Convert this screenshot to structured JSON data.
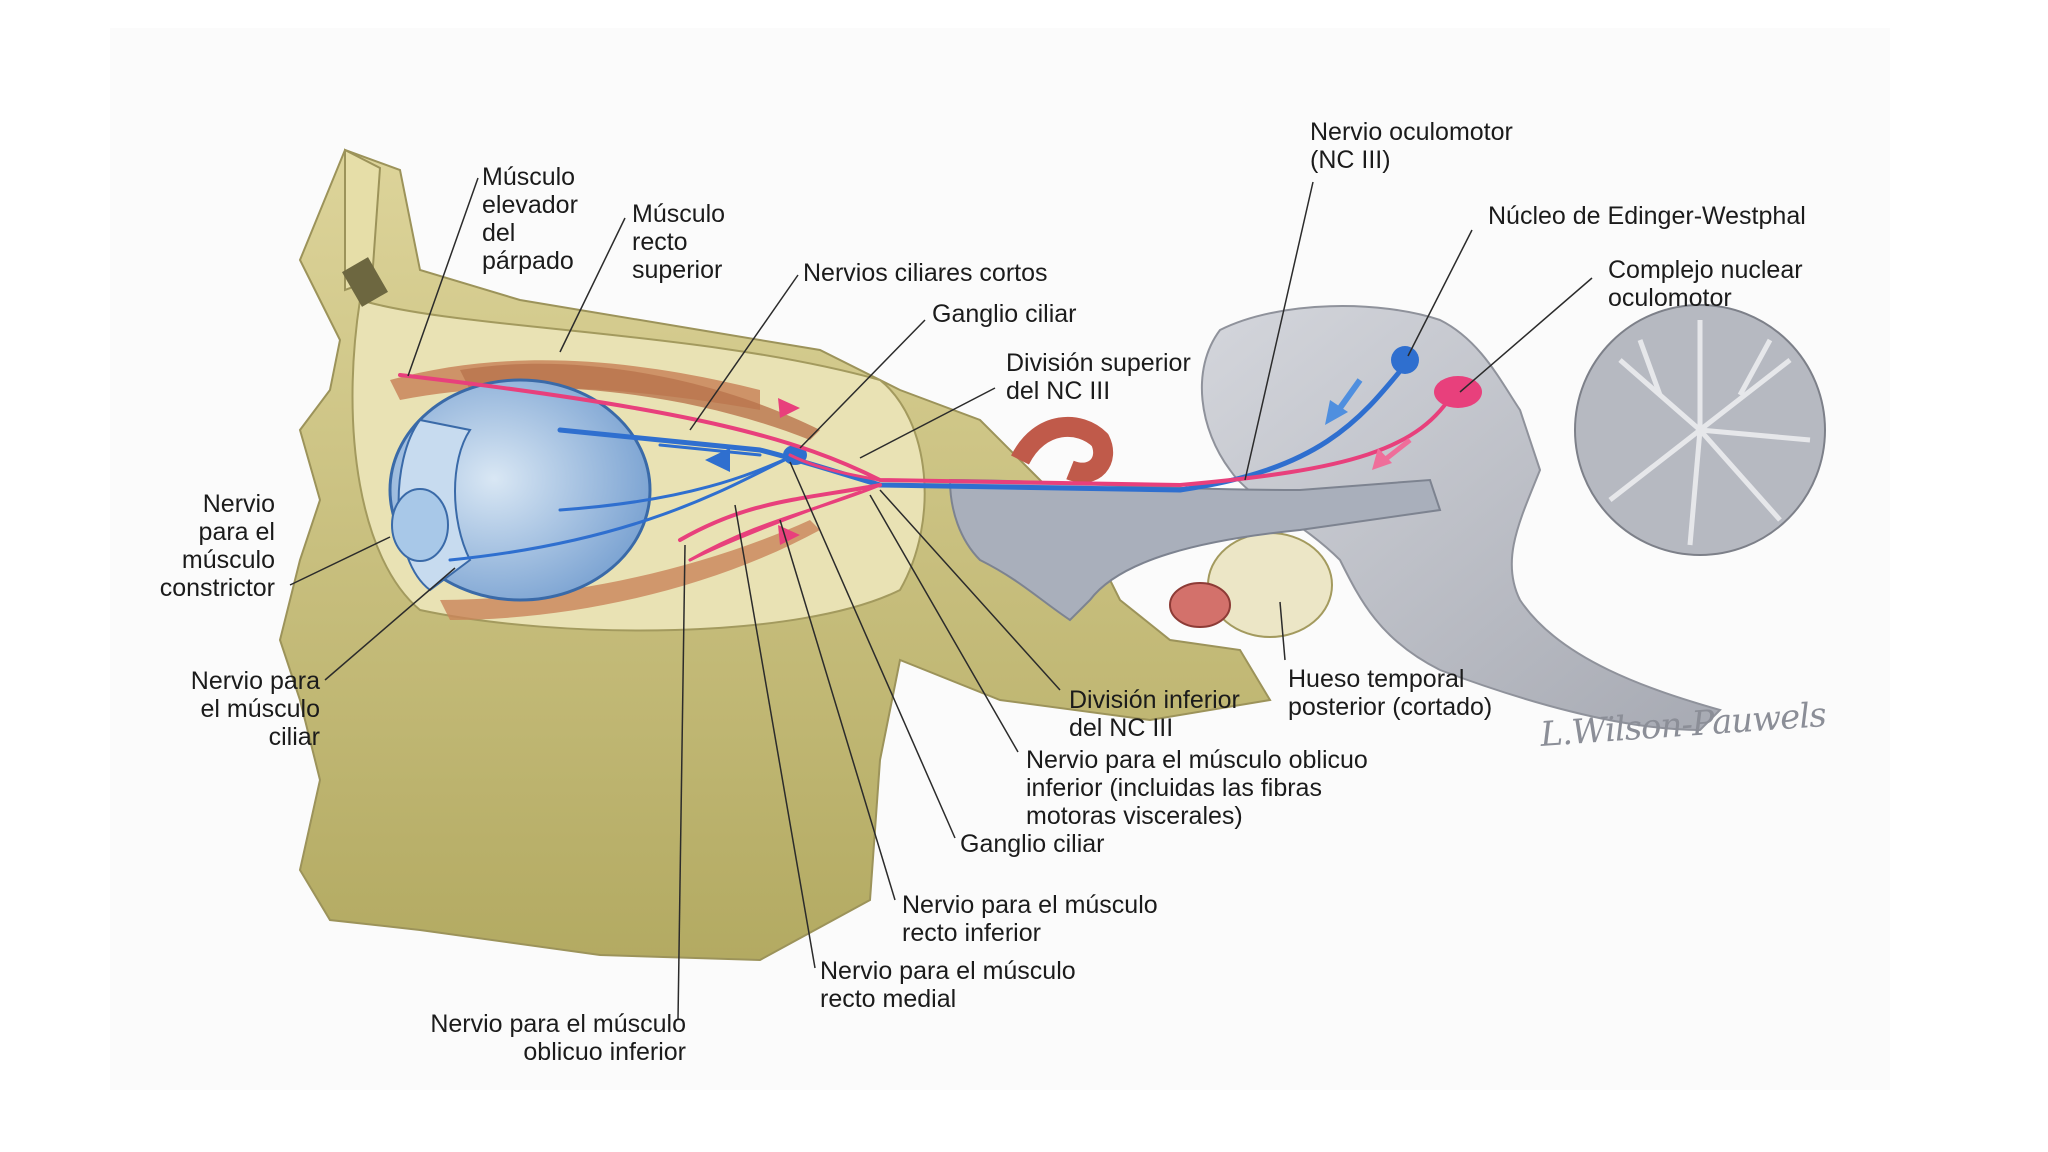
{
  "labels": {
    "musculo_elevador": "Músculo\nelevador\ndel\npárpado",
    "musculo_recto_superior": "Músculo\nrecto\nsuperior",
    "nervios_ciliares_cortos": "Nervios ciliares cortos",
    "ganglio_ciliar_top": "Ganglio ciliar",
    "division_superior": "División superior\ndel NC III",
    "nervio_oculomotor": "Nervio oculomotor\n(NC III)",
    "nucleo_edinger": "Núcleo de Edinger-Westphal",
    "complejo_nuclear": "Complejo nuclear\noculomotor",
    "nervio_constrictor": "Nervio\npara el\nmúsculo\nconstrictor",
    "nervio_ciliar": "Nervio para\nel músculo\nciliar",
    "division_inferior": "División inferior\ndel NC III",
    "hueso_temporal": "Hueso temporal\nposterior (cortado)",
    "nervio_oblicuo_inferior_visceral": "Nervio para el músculo oblicuo\ninferior (incluidas las fibras\nmotoras viscerales)",
    "ganglio_ciliar_bottom": "Ganglio ciliar",
    "nervio_recto_inferior": "Nervio para el músculo\nrecto inferior",
    "nervio_recto_medial": "Nervio para el músculo\nrecto medial",
    "nervio_oblicuo_inferior": "Nervio para el músculo\noblicuo inferior"
  },
  "signature": "L.Wilson-Pauwels",
  "colors": {
    "bone": "#c9c07c",
    "brain": "#b9bcc3",
    "nerve_blue": "#2f6fcf",
    "nerve_pink": "#e8407c",
    "muscle": "#c9855a",
    "eye": "#8fb5dc"
  }
}
